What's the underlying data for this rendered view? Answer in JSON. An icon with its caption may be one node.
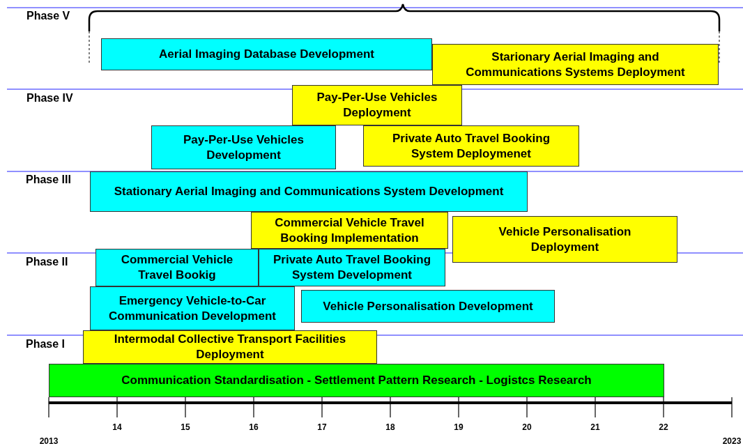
{
  "diagram": {
    "nodes": [
      {
        "text": [
          "Aerial Imaging Database Development"
        ]
      },
      {
        "text": [
          "Starionary Aerial Imaging and Communications Systems Deployment"
        ]
      },
      {
        "text": [
          "Pay-Per-Use Vehicles Deployment"
        ]
      },
      {
        "text": [
          "Pay-Per-Use Vehicles Development"
        ]
      },
      {
        "text": [
          "Private Auto Travel Booking System Deploymenet"
        ]
      },
      {
        "text": [
          "Stationary Aerial Imaging and Communications System Development"
        ]
      },
      {
        "text": [
          "Commercial Vehicle Travel Booking Implementation"
        ]
      },
      {
        "text": [
          "Vehicle Personalisation Deployment"
        ]
      },
      {
        "text": [
          "Commercial Vehicle Travel Bookig"
        ]
      },
      {
        "text": [
          "Private Auto Travel Booking System Development"
        ]
      },
      {
        "text": [
          "Emergency Vehicle-to-Car Communication Development"
        ]
      },
      {
        "text": [
          "Vehicle Personalisation Development"
        ]
      },
      {
        "text": [
          "Intermodal Collective Transport Facilities Deployment"
        ]
      },
      {
        "text": [
          "Communication Standardisation - Settlement Pattern Research - Logistcs Research"
        ]
      }
    ],
    "labels": [
      "Phase V",
      "Phase IV",
      "Phase III",
      "Phase II",
      "Phase I",
      "14",
      "15",
      "16",
      "17",
      "18",
      "19",
      "20",
      "21",
      "22",
      "2013",
      "2023"
    ]
  }
}
